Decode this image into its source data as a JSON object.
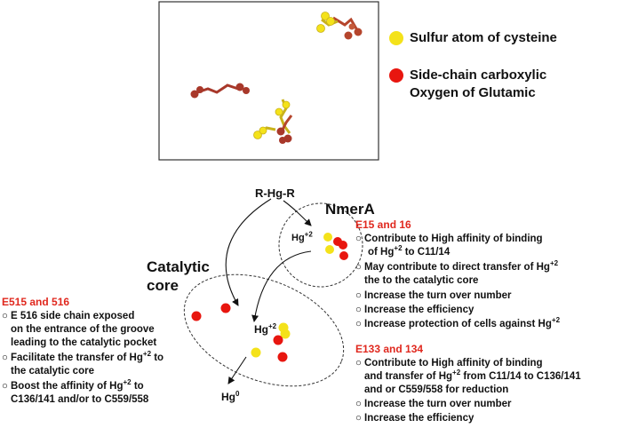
{
  "legend": {
    "sulfur": "Sulfur atom of cysteine",
    "oxygen_line1": "Side-chain carboxylic",
    "oxygen_line2": "Oxygen of Glutamic"
  },
  "colors": {
    "sulfur": "#f4e21a",
    "oxygen": "#e8160f",
    "heading": "#e0281e",
    "residue": "#b5452c"
  },
  "labels": {
    "rhgr": "R-Hg-R",
    "nmera": "NmerA",
    "catalytic_line1": "Catalytic",
    "catalytic_line2": "core",
    "hg_small": "Hg",
    "hg_small_charge": "+2",
    "hg_core": "Hg",
    "hg_core_charge": "+2",
    "hg0": "Hg",
    "hg0_charge": "0"
  },
  "e15": {
    "title": "E15 and 16",
    "b1": "Contribute to High affinity of binding",
    "b1b_pre": "of Hg",
    "b1b_sup": "+2",
    "b1b_post": " to C11/14",
    "b2_pre": "May contribute to direct transfer of Hg",
    "b2_sup": "+2",
    "b2b": "the to the catalytic core",
    "b3": "Increase the turn over number",
    "b4": "Increase the efficiency",
    "b5_pre": "Increase  protection of cells against Hg",
    "b5_sup": "+2"
  },
  "e133": {
    "title": "E133 and 134",
    "b1": "Contribute to High affinity of binding",
    "b1b_pre": "and transfer of Hg",
    "b1b_sup": "+2",
    "b1b_post": " from C11/14 to C136/141",
    "b1c": "and or C559/558 for reduction",
    "b2": "Increase the turn over number",
    "b3": "Increase the efficiency"
  },
  "e515": {
    "title": "E515 and 516",
    "b1": "E 516 side chain exposed",
    "b1b": "on the entrance of the groove",
    "b1c": "leading to the catalytic pocket",
    "b2_pre": "Facilitate the transfer of Hg",
    "b2_sup": "+2",
    "b2_post": "  to",
    "b2b": "the catalytic core",
    "b3_pre": "Boost the affinity of Hg",
    "b3_sup": "+2",
    "b3_post": " to",
    "b3b": "C136/141 and/or to C559/558"
  },
  "bullet_char": "○"
}
